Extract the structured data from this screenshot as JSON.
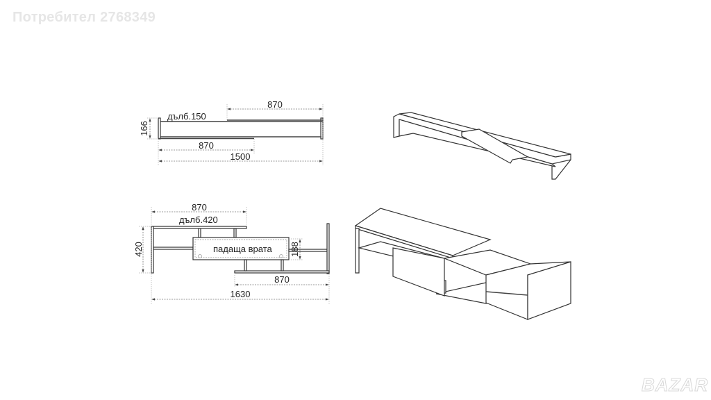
{
  "watermark": {
    "user": "Потребител 2768349",
    "logo": "BAZAR"
  },
  "top_view": {
    "depth_label": "дълб.150",
    "height": "166",
    "upper_width": "870",
    "lower_width": "870",
    "total_width": "1500"
  },
  "bottom_view": {
    "top_width": "870",
    "depth_label": "дълб.420",
    "height": "420",
    "door_label": "падаща врата",
    "door_height": "188",
    "bottom_width": "870",
    "total_width": "1630"
  }
}
